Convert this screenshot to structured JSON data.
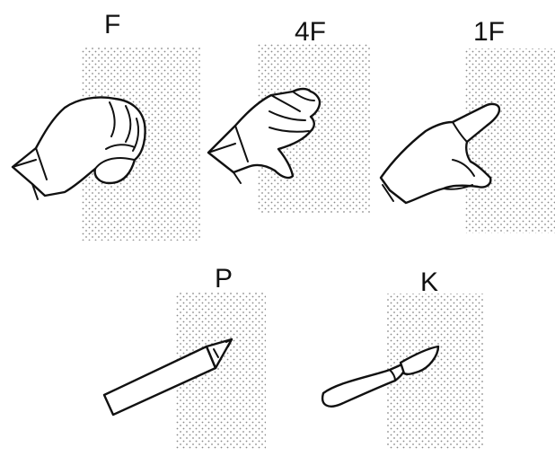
{
  "panels": [
    {
      "label": "F",
      "depicts": "fist"
    },
    {
      "label": "4F",
      "depicts": "four-finger-palm"
    },
    {
      "label": "1F",
      "depicts": "single-finger"
    },
    {
      "label": "P",
      "depicts": "pencil"
    },
    {
      "label": "K",
      "depicts": "knife"
    }
  ],
  "colors": {
    "ink": "#111111",
    "dot": "#8a8a8a",
    "background": "#ffffff"
  }
}
